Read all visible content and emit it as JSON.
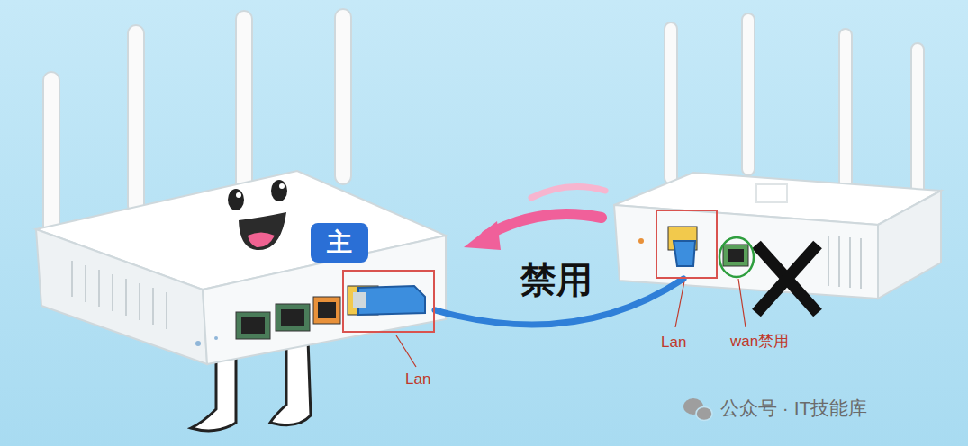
{
  "diagram": {
    "nodes": [
      {
        "text": [
          "主"
        ]
      },
      {
        "text": [
          "Lan"
        ]
      },
      {
        "text": [
          "Lan"
        ]
      },
      {
        "text": [
          "wan禁用"
        ]
      }
    ],
    "edges": [
      {
        "from": 2,
        "to": 1,
        "arrow": "none"
      }
    ],
    "labels": [
      "禁用",
      "公众号 · IT技能库"
    ]
  }
}
